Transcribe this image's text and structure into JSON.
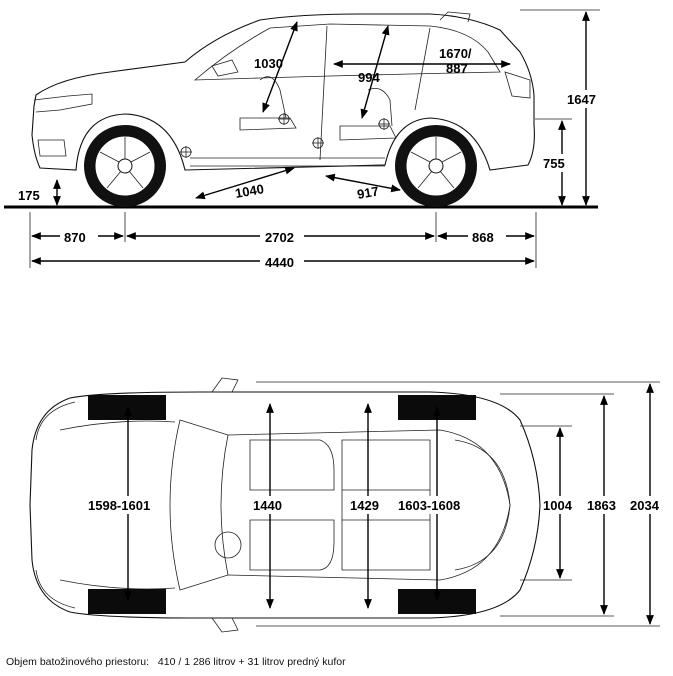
{
  "side_view": {
    "dimensions": {
      "height": "1647",
      "rear_overhang_height": "755",
      "ground_clearance": "175",
      "front_headroom": "1030",
      "rear_headroom": "994",
      "cargo_length": "1670/\n887",
      "cargo_length_line1": "1670/",
      "cargo_length_line2": "887",
      "front_legroom": "1040",
      "rear_legroom": "917",
      "front_overhang": "870",
      "wheelbase": "2702",
      "rear_overhang": "868",
      "total_length": "4440"
    }
  },
  "top_view": {
    "dimensions": {
      "front_track": "1598-1601",
      "front_shoulder_width": "1440",
      "rear_shoulder_width": "1429",
      "rear_track": "1603-1608",
      "cargo_width": "1004",
      "body_width": "1863",
      "width_with_mirrors": "2034"
    }
  },
  "footer": {
    "label": "Objem batožinového priestoru:",
    "value": "410 / 1 286 litrov + 31 litrov predný kufor"
  }
}
